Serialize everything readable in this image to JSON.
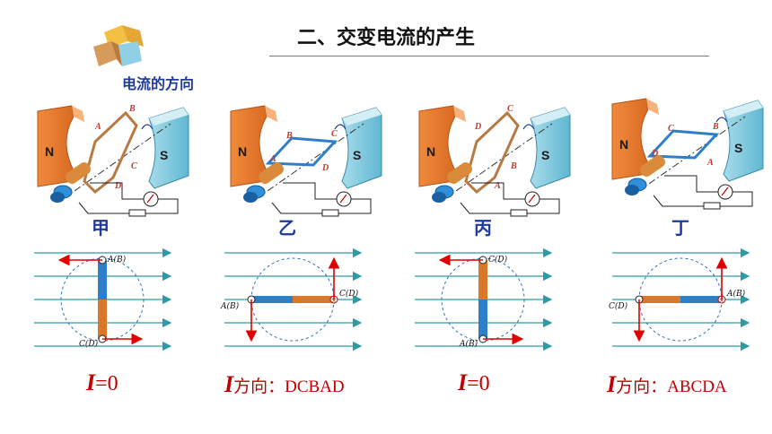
{
  "header": {
    "title": "二、交变电流的产生",
    "subtitle": "电流的方向"
  },
  "panels": [
    {
      "label": "甲",
      "top_letter": "A(B)",
      "bottom_letter": "C(D)",
      "result_symbol": "I",
      "result_text": "=0",
      "result_dir": ""
    },
    {
      "label": "乙",
      "left_letter": "A(B)",
      "right_letter": "C(D)",
      "result_symbol": "I",
      "result_text": "",
      "result_dir": "方向：",
      "result_seq": "DCBAD"
    },
    {
      "label": "丙",
      "top_letter": "C(D)",
      "bottom_letter": "A(B)",
      "result_symbol": "I",
      "result_text": "=0",
      "result_dir": ""
    },
    {
      "label": "丁",
      "left_letter": "C(D)",
      "right_letter": "A(B)",
      "result_symbol": "I",
      "result_text": "",
      "result_dir": "方向：",
      "result_seq": "ABCDA"
    }
  ],
  "magnet": {
    "north": "N",
    "south": "S"
  },
  "coil_letters": [
    "A",
    "B",
    "C",
    "D"
  ],
  "colors": {
    "title_blue": "#1f3a9a",
    "field_line": "#2e9aa8",
    "arrow_red": "#e00000",
    "coil_blue": "#2f7fc8",
    "coil_orange": "#d9782a",
    "result_red": "#c00000"
  }
}
